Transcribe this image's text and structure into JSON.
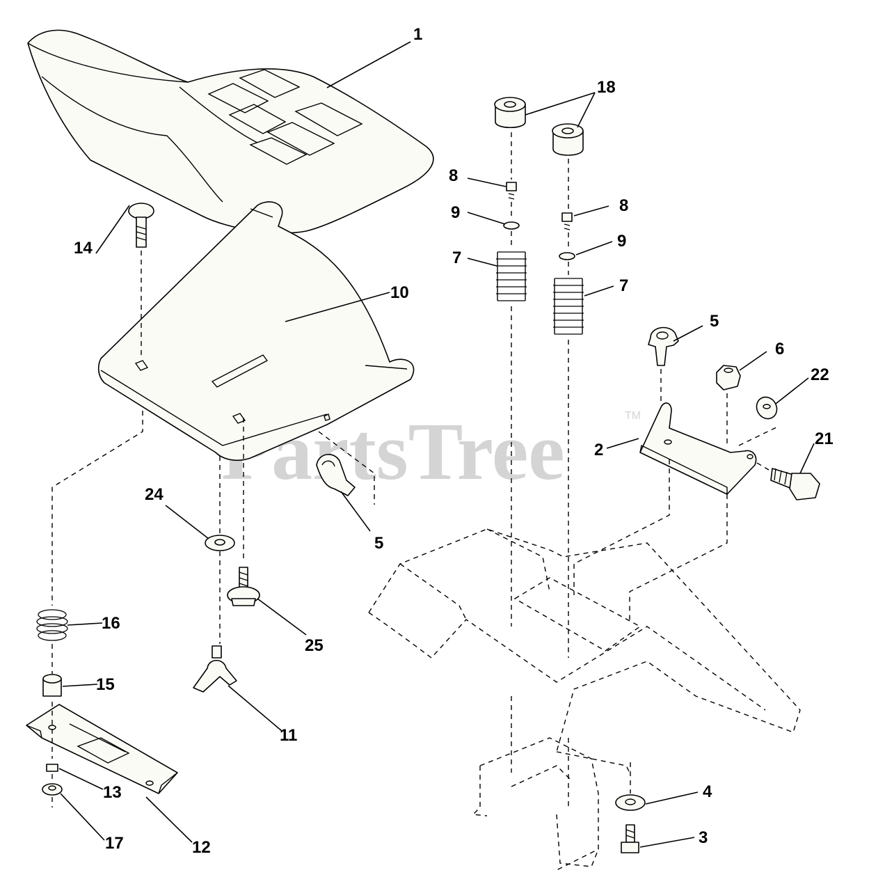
{
  "watermark": {
    "text": "PartsTree",
    "trademark": "TM"
  },
  "callouts": {
    "c1": "1",
    "c2": "2",
    "c3": "3",
    "c4": "4",
    "c5a": "5",
    "c5b": "5",
    "c6": "6",
    "c7a": "7",
    "c7b": "7",
    "c8a": "8",
    "c8b": "8",
    "c9a": "9",
    "c9b": "9",
    "c10": "10",
    "c11": "11",
    "c12": "12",
    "c13": "13",
    "c14": "14",
    "c15": "15",
    "c16": "16",
    "c17": "17",
    "c18": "18",
    "c21": "21",
    "c22": "22",
    "c24": "24",
    "c25": "25"
  }
}
